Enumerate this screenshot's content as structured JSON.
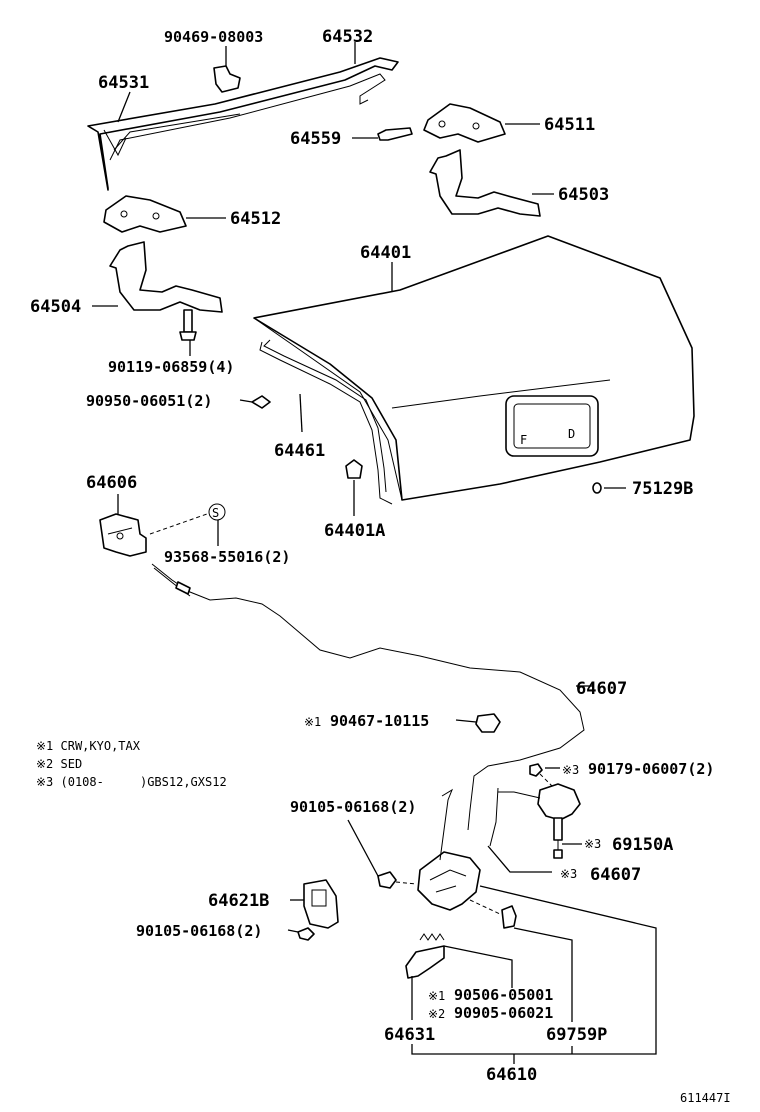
{
  "labels": {
    "p64532": "64532",
    "p90469": "90469-08003",
    "p64531": "64531",
    "p64559": "64559",
    "p64511": "64511",
    "p64503": "64503",
    "p64512": "64512",
    "p64401": "64401",
    "p64504": "64504",
    "p90119": "90119-06859(4)",
    "p90950": "90950-06051(2)",
    "p64461": "64461",
    "p75129b": "75129B",
    "p64606": "64606",
    "p64401a": "64401A",
    "p93568": "93568-55016(2)",
    "pS": "S",
    "p64607a": "64607",
    "p90467": "90467-10115",
    "p90467_mark": "※1",
    "p90179": "90179-06007(2)",
    "p90179_mark": "※3",
    "p90105a": "90105-06168(2)",
    "p69150a": "69150A",
    "p69150a_mark": "※3",
    "p64607b": "64607",
    "p64607b_mark": "※3",
    "p64621b": "64621B",
    "p90105b": "90105-06168(2)",
    "p90506": "90506-05001",
    "p90506_mark": "※1",
    "p90905": "90905-06021",
    "p90905_mark": "※2",
    "p64631": "64631",
    "p69759p": "69759P",
    "p64610": "64610",
    "plate_left": "F",
    "plate_right": "D"
  },
  "notes": {
    "n1": "※1 CRW,KYO,TAX",
    "n2": "※2 SED",
    "n3": "※3 (0108-     )GBS12,GXS12"
  },
  "figure_id": "611447I"
}
